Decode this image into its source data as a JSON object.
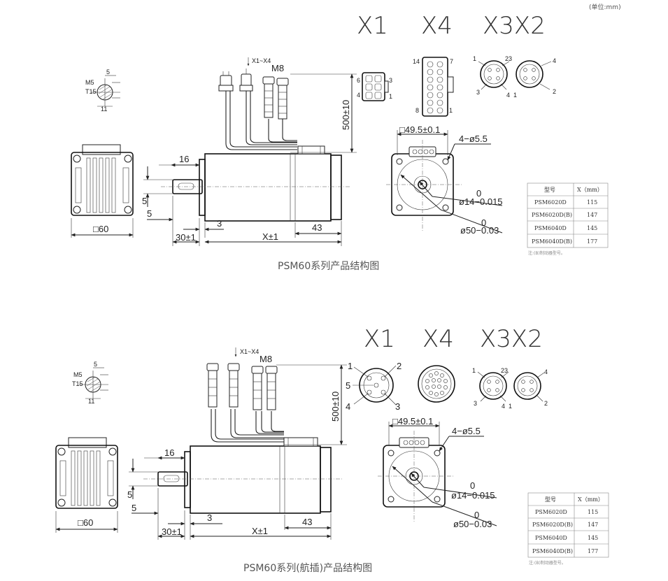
{
  "unit_note": "(单位:mm)",
  "top": {
    "caption": "PSM60系列产品结构图",
    "connector_headers": [
      "X1",
      "X4",
      "X3X2"
    ],
    "cable_label": "X1~X4",
    "m8_label": "M8",
    "shaft": {
      "m5": "M5",
      "t15": "T15",
      "key_width": "5",
      "dia": "11"
    },
    "side_square": "□60",
    "dims": {
      "key_len": "16",
      "key_w": "5",
      "key_offset": "5",
      "flange": "3",
      "shaft_len": "30±1",
      "body": "X±1",
      "rear": "43",
      "cable_len": "500±10"
    },
    "connector_pins": {
      "x1_a": "6",
      "x1_b": "3",
      "x1_c": "4",
      "x1_d": "1",
      "x4_a": "14",
      "x4_b": "7",
      "x4_c": "8",
      "x4_d": "1"
    },
    "m8_pins": {
      "a1": "1",
      "a2": "23",
      "a3": "3",
      "a4": "4",
      "b1": "4",
      "b2": "1",
      "b3": "2"
    },
    "flange": {
      "square": "□49.5±0.1",
      "holes": "4−ø5.5",
      "tol1_up": "0",
      "tol1": "ø14−0.015",
      "tol2_up": "0",
      "tol2": "ø50−0.03"
    },
    "table": {
      "headers": [
        "型号",
        "X（mm）"
      ],
      "rows": [
        [
          "PSM6020D",
          "115"
        ],
        [
          "PSM6020D(B)",
          "147"
        ],
        [
          "PSM6040D",
          "145"
        ],
        [
          "PSM6040D(B)",
          "177"
        ]
      ],
      "note": "注:(B)制动器型号。"
    }
  },
  "bottom": {
    "caption": "PSM60系列(航插)产品结构图",
    "connector_headers": [
      "X1",
      "X4",
      "X3X2"
    ],
    "cable_label": "X1~X4",
    "m8_label": "M8",
    "shaft": {
      "m5": "M5",
      "t15": "T15",
      "key_width": "5",
      "dia": "11"
    },
    "side_square": "□60",
    "dims": {
      "key_len": "16",
      "key_w": "5",
      "key_offset": "5",
      "flange": "3",
      "shaft_len": "30±1",
      "body": "X±1",
      "rear": "43",
      "cable_len": "500±10"
    },
    "x1_pins": {
      "p1": "1",
      "p2": "2",
      "p3": "3",
      "p4": "4",
      "p5": "5"
    },
    "m8_pins": {
      "a1": "1",
      "a2": "23",
      "a3": "3",
      "a4": "4",
      "b1": "4",
      "b2": "1",
      "b3": "2"
    },
    "flange": {
      "square": "□49.5±0.1",
      "holes": "4−ø5.5",
      "tol1_up": "0",
      "tol1": "ø14−0.015",
      "tol2_up": "0",
      "tol2": "ø50−0.03"
    },
    "table": {
      "headers": [
        "型号",
        "X（mm）"
      ],
      "rows": [
        [
          "PSM6020D",
          "115"
        ],
        [
          "PSM6020D(B)",
          "147"
        ],
        [
          "PSM6040D",
          "145"
        ],
        [
          "PSM6040D(B)",
          "177"
        ]
      ],
      "note": "注:(B)制动器型号。"
    }
  }
}
